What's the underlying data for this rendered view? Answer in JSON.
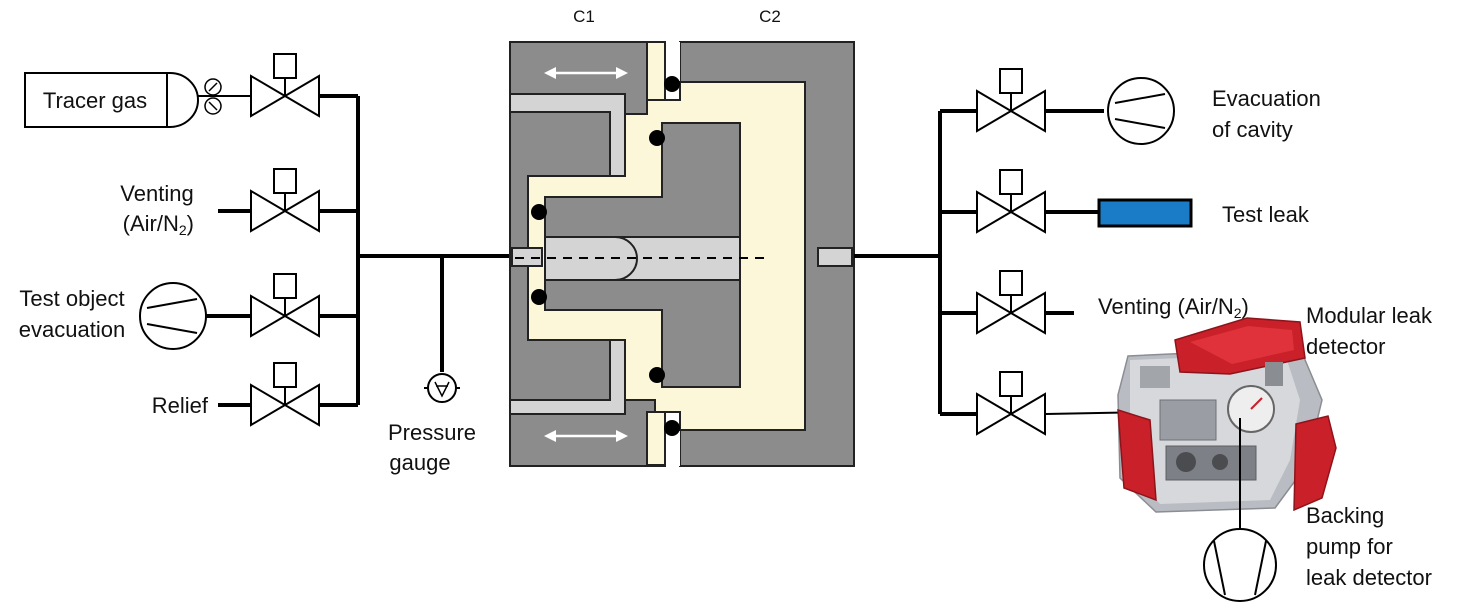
{
  "header": {
    "c1": "C1",
    "c2": "C2"
  },
  "left": {
    "tracer": "Tracer gas",
    "venting_line1": "Venting",
    "venting_line2_a": "(Air/N",
    "venting_sub": "2",
    "venting_line2_b": ")",
    "testobj_line1": "Test object",
    "testobj_line2": "evacuation",
    "relief": "Relief",
    "gauge_line1": "Pressure",
    "gauge_line2": "gauge"
  },
  "right": {
    "evac_line1": "Evacuation",
    "evac_line2": "of cavity",
    "testleak": "Test leak",
    "venting_a": "Venting (Air/N",
    "venting_sub": "2",
    "venting_b": ")",
    "modular_line1": "Modular leak",
    "modular_line2": "detector",
    "backing_line1": "Backing",
    "backing_line2": "pump for",
    "backing_line3": "leak detector"
  },
  "colors": {
    "chamber": "#8c8c8c",
    "cavity": "#fcf7d9",
    "insert": "#d4d4d4",
    "test_leak": "#1a7cc7",
    "detector_red": "#c9202a"
  },
  "icons": {
    "valve": "solenoid-valve-icon",
    "pump": "vacuum-pump-icon",
    "gauge": "pressure-gauge-icon",
    "regulator": "pressure-regulator-icon",
    "detector": "leak-detector-device-icon"
  }
}
